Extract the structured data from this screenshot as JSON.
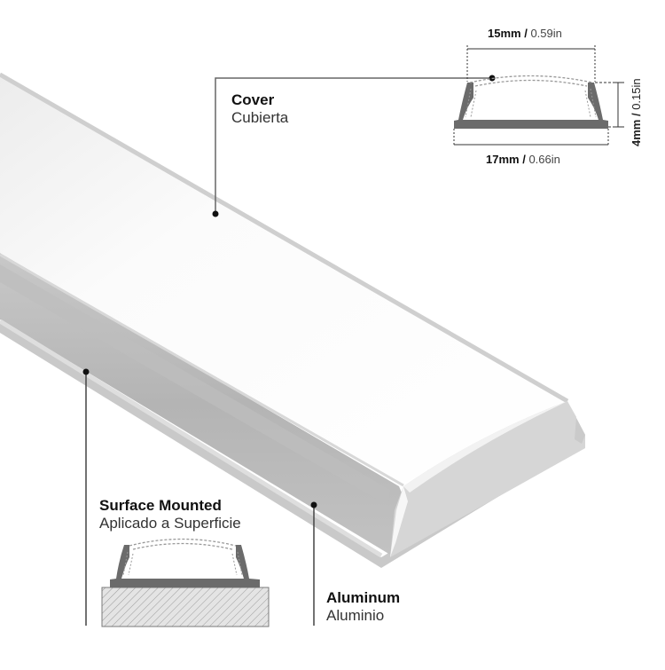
{
  "labels": {
    "cover": {
      "title": "Cover",
      "subtitle": "Cubierta"
    },
    "surface_mounted": {
      "title": "Surface Mounted",
      "subtitle": "Aplicado a Superficie"
    },
    "aluminum": {
      "title": "Aluminum",
      "subtitle": "Aluminio"
    }
  },
  "dimensions": {
    "top_width": {
      "metric": "15mm /",
      "imperial": "0.59in"
    },
    "bottom_width": {
      "metric": "17mm /",
      "imperial": "0.66in"
    },
    "height": {
      "metric": "4mm /",
      "imperial": "0.15in"
    }
  },
  "colors": {
    "aluminum": "#b9b9b9",
    "aluminum_dark": "#6b6b6b",
    "cover": "#f6f6f6",
    "leader": "#555555",
    "hatch": "#cfcfcf"
  }
}
